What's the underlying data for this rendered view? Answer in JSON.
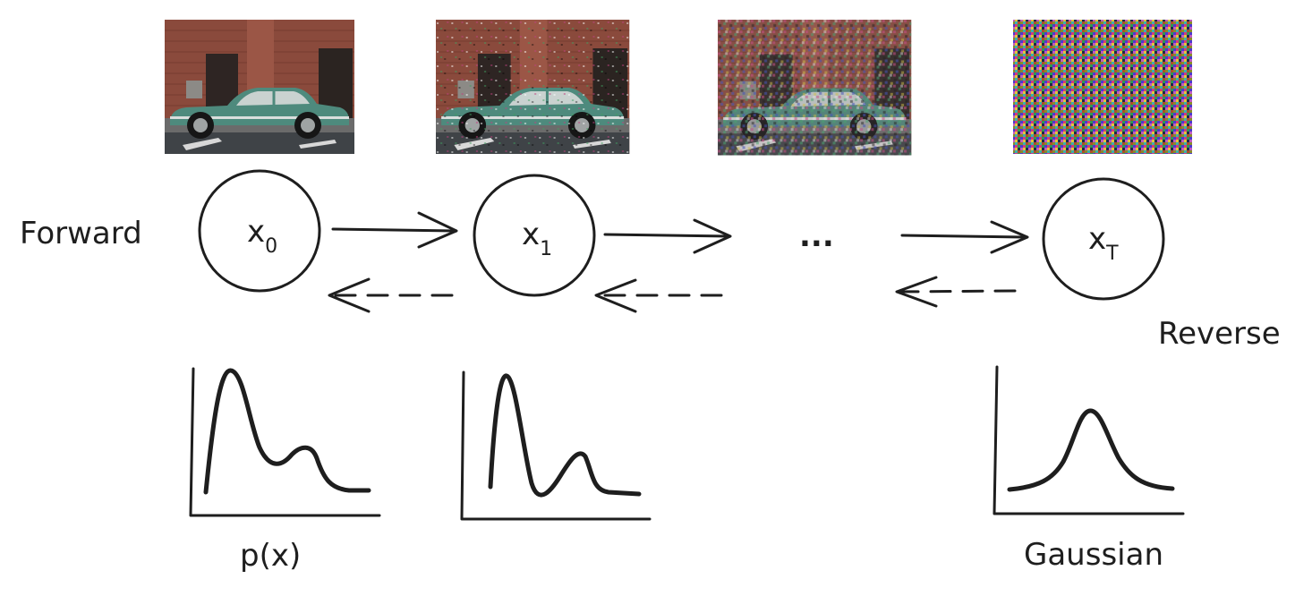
{
  "labels": {
    "forward": "Forward",
    "reverse": "Reverse",
    "ellipsis": "...",
    "px": "p(x)",
    "gaussian": "Gaussian"
  },
  "nodes": [
    {
      "base": "x",
      "sub": "0"
    },
    {
      "base": "x",
      "sub": "1"
    },
    {
      "base": "x",
      "sub": "T"
    }
  ],
  "images": [
    {
      "noise_level": 0.0
    },
    {
      "noise_level": 0.15
    },
    {
      "noise_level": 0.6
    },
    {
      "noise_level": 1.0
    }
  ],
  "colors": {
    "ink": "#1e1e1e",
    "car": "#4e8a7d",
    "brick": "#8a4a3c",
    "road": "#3f4347"
  }
}
